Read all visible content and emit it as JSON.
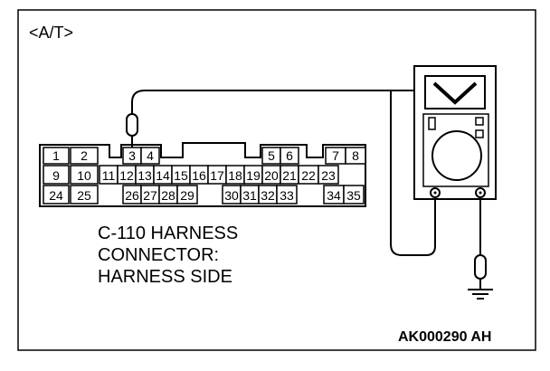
{
  "figure": {
    "label": "<A/T>",
    "caption_lines": [
      "C-110 HARNESS",
      "CONNECTOR:",
      "HARNESS SIDE"
    ],
    "code": "AK000290 AH"
  },
  "connector": {
    "row1": [
      "1",
      "2",
      "3",
      "4",
      "5",
      "6",
      "7",
      "8"
    ],
    "row2": [
      "9",
      "10",
      "11",
      "12",
      "13",
      "14",
      "15",
      "16",
      "17",
      "18",
      "19",
      "20",
      "21",
      "22",
      "23"
    ],
    "row3": [
      "24",
      "25",
      "26",
      "27",
      "28",
      "29",
      "30",
      "31",
      "32",
      "33",
      "34",
      "35"
    ]
  },
  "meter": {
    "display": "V",
    "icon": "voltmeter-icon"
  }
}
